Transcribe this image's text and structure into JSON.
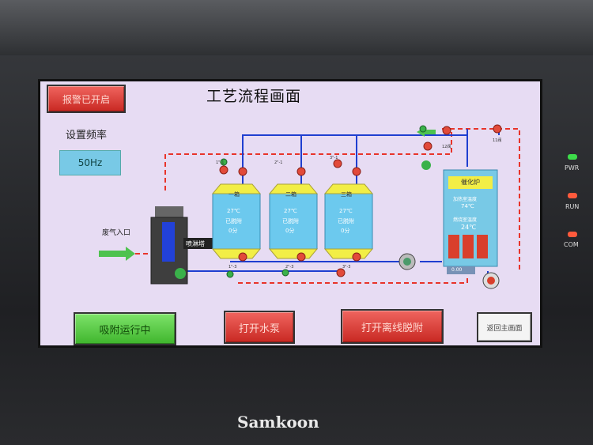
{
  "screen": {
    "title": "工艺流程画面",
    "alarm_reset_button": "报警已开启",
    "set_frequency_label": "设置频率",
    "frequency_value": "50Hz",
    "exhaust_inlet_label": "废气入口",
    "spray_tower_label": "喷淋塔",
    "tanks": [
      {
        "name": "一箱",
        "temp": "27℃",
        "state": "已脱附",
        "level": "0分"
      },
      {
        "name": "二箱",
        "temp": "27℃",
        "state": "已脱附",
        "level": "0分"
      },
      {
        "name": "三箱",
        "temp": "27℃",
        "state": "已脱附",
        "level": "0分"
      }
    ],
    "furnace": {
      "title": "催化炉",
      "preheat_label": "加热室温度",
      "preheat_value": "74℃",
      "combustion_label": "燃烧室温度",
      "combustion_value": "24℃",
      "display_value": "0.00"
    },
    "buttons": {
      "adsorption_running": "吸附运行中",
      "open_water_pump": "打开水泵",
      "open_offline_desorption": "打开离线脱附",
      "return_main": "返回主画面"
    }
  },
  "device": {
    "brand": "Samkoon",
    "indicators": [
      "PWR",
      "RUN",
      "COM"
    ],
    "indicator_colors": [
      "#3ddc4a",
      "#ff5a3c",
      "#ff5a3c"
    ]
  }
}
